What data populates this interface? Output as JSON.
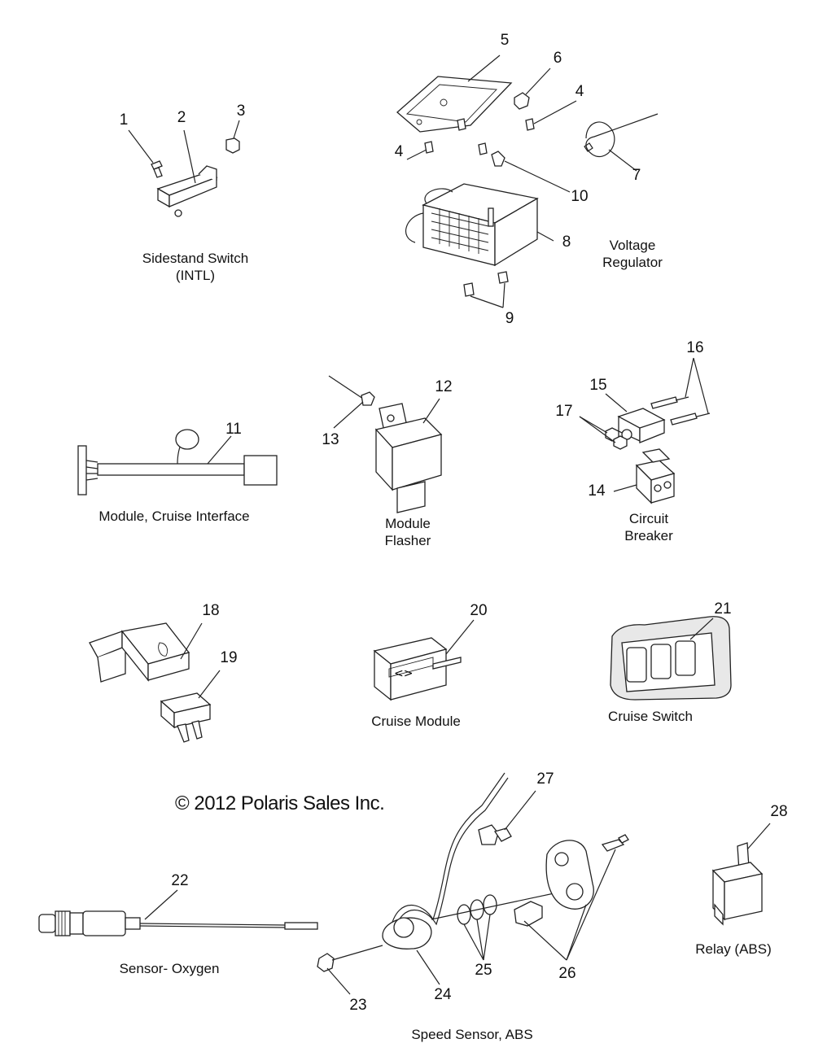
{
  "copyright": "© 2012 Polaris Sales Inc.",
  "groups": {
    "sidestand": [
      "Sidestand Switch",
      "(INTL)"
    ],
    "voltage_regulator": [
      "Voltage",
      "Regulator"
    ],
    "cruise_interface": [
      "Module, Cruise Interface"
    ],
    "module_flasher": [
      "Module",
      "Flasher"
    ],
    "circuit_breaker": [
      "Circuit",
      "Breaker"
    ],
    "cruise_module": [
      "Cruise Module"
    ],
    "cruise_switch": [
      "Cruise Switch"
    ],
    "relay_abs": [
      "Relay (ABS)"
    ],
    "oxygen_sensor": [
      "Sensor- Oxygen"
    ],
    "speed_sensor": [
      "Speed Sensor, ABS"
    ]
  },
  "callouts": [
    "1",
    "2",
    "3",
    "4",
    "5",
    "6",
    "4",
    "7",
    "8",
    "9",
    "10",
    "11",
    "12",
    "13",
    "14",
    "15",
    "16",
    "17",
    "18",
    "19",
    "20",
    "21",
    "22",
    "23",
    "24",
    "25",
    "26",
    "27",
    "28"
  ]
}
